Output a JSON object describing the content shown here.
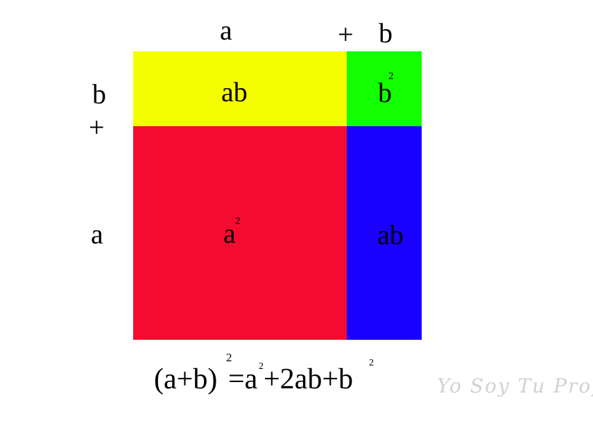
{
  "diagram": {
    "top_labels": {
      "a": "a",
      "plus": "+",
      "b": "b"
    },
    "left_labels": {
      "b": "b",
      "plus": "+",
      "a": "a"
    },
    "regions": {
      "top_left": {
        "base": "ab",
        "exponent": "",
        "color": "#f5ff00"
      },
      "top_right": {
        "base": "b",
        "exponent": "2",
        "color": "#11ff00"
      },
      "bottom_left": {
        "base": "a",
        "exponent": "2",
        "color": "#f40b30"
      },
      "bottom_right": {
        "base": "ab",
        "exponent": "",
        "color": "#1a00ff"
      }
    }
  },
  "formula": {
    "part1": "(a+b)",
    "exp1": "2",
    "part2": "=a",
    "exp2": "2",
    "part3": "+2ab+b",
    "exp3": "2"
  },
  "watermark": "Yo Soy Tu Profe"
}
